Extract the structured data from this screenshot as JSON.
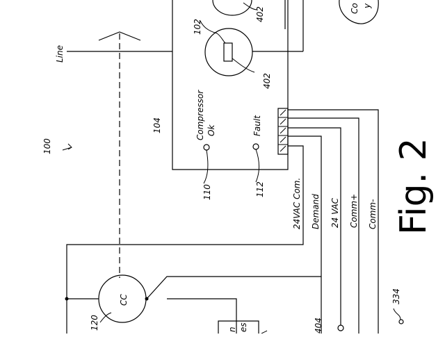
{
  "labels": {
    "line": "Line",
    "ref_100": "100",
    "ref_104": "104",
    "ref_102": "102",
    "ref_402_top": "402",
    "ref_402_bottom": "402",
    "ref_110": "110",
    "ref_112": "112",
    "ref_120": "120",
    "ref_334": "334",
    "ref_404": "404",
    "compressor_ok_1": "Compressor",
    "compressor_ok_2": "Ok",
    "fault": "Fault",
    "cc": "CC",
    "bubble_text_1": "Co",
    "bubble_text_2": "y",
    "partial_box_1": "n",
    "partial_box_2": "es"
  },
  "wires": [
    {
      "label": "24VAC Com."
    },
    {
      "label": "Demand"
    },
    {
      "label": "24 VAC"
    },
    {
      "label": "Comm+"
    },
    {
      "label": "Comm-"
    }
  ],
  "figure_caption": "Fig. 2"
}
